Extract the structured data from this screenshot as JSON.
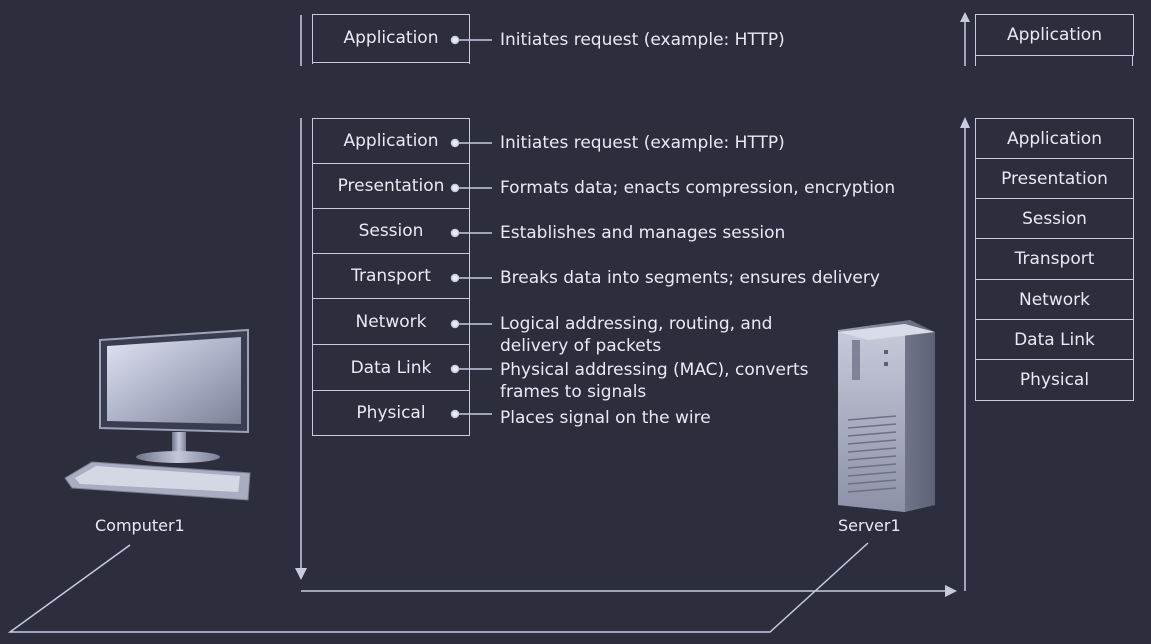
{
  "top_strip": {
    "left_layer": "Application",
    "left_desc": "Initiates request (example: HTTP)",
    "right_layer": "Application"
  },
  "sender_stack": {
    "layers": [
      {
        "name": "Application",
        "desc": [
          "Initiates request (example: HTTP)"
        ]
      },
      {
        "name": "Presentation",
        "desc": [
          "Formats data; enacts compression, encryption"
        ]
      },
      {
        "name": "Session",
        "desc": [
          "Establishes and manages session"
        ]
      },
      {
        "name": "Transport",
        "desc": [
          "Breaks data into segments; ensures delivery"
        ]
      },
      {
        "name": "Network",
        "desc": [
          "Logical addressing, routing, and",
          "delivery of packets"
        ]
      },
      {
        "name": "Data Link",
        "desc": [
          "Physical addressing (MAC), converts",
          "frames to signals"
        ]
      },
      {
        "name": "Physical",
        "desc": [
          "Places signal on the wire"
        ]
      }
    ]
  },
  "receiver_stack": {
    "layers": [
      "Application",
      "Presentation",
      "Session",
      "Transport",
      "Network",
      "Data Link",
      "Physical"
    ]
  },
  "devices": {
    "computer_label": "Computer1",
    "server_label": "Server1"
  },
  "colors": {
    "background": "#2c2e3e",
    "line": "#c8cbe0",
    "text": "#e8eaf4"
  }
}
